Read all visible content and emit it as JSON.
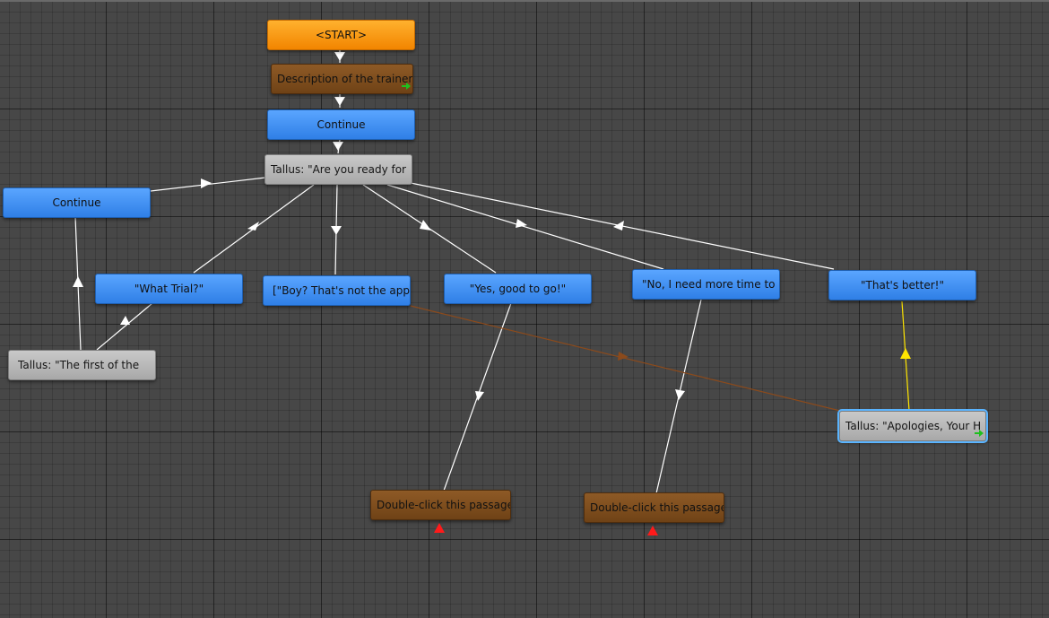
{
  "nodes": {
    "start": "<START>",
    "description": "Description of the trainer",
    "continue_top": "Continue",
    "tallus_ready": "Tallus: \"Are you ready for",
    "continue_left": "Continue",
    "what_trial": "\"What Trial?\"",
    "boy_not": "[\"Boy? That's not the appr",
    "yes_good": "\"Yes, good to go!\"",
    "no_need": "\"No, I need more time to p",
    "thats_better": "\"That's better!\"",
    "tallus_first": "Tallus: \"The first of the",
    "tallus_apologies": "Tallus: \"Apologies, Your H",
    "dbl_click_1": "Double-click this passage",
    "dbl_click_2": "Double-click this passage"
  },
  "icons": {
    "exit": "green-arrow-exit-icon",
    "dead_end": "red-triangle-dead-end-icon"
  },
  "colors": {
    "grid_bg": "#474747",
    "response_node": "#3a8cf4",
    "dialogue_node": "#b5b5b5",
    "passage_node": "#7d4c1d",
    "start_node": "#f7980f",
    "link_default": "#ffffff",
    "link_passage": "#8b4a1c",
    "link_selected": "#ffe600",
    "exit_icon": "#1ec01e",
    "dead_end_icon": "#ff1a1a"
  }
}
